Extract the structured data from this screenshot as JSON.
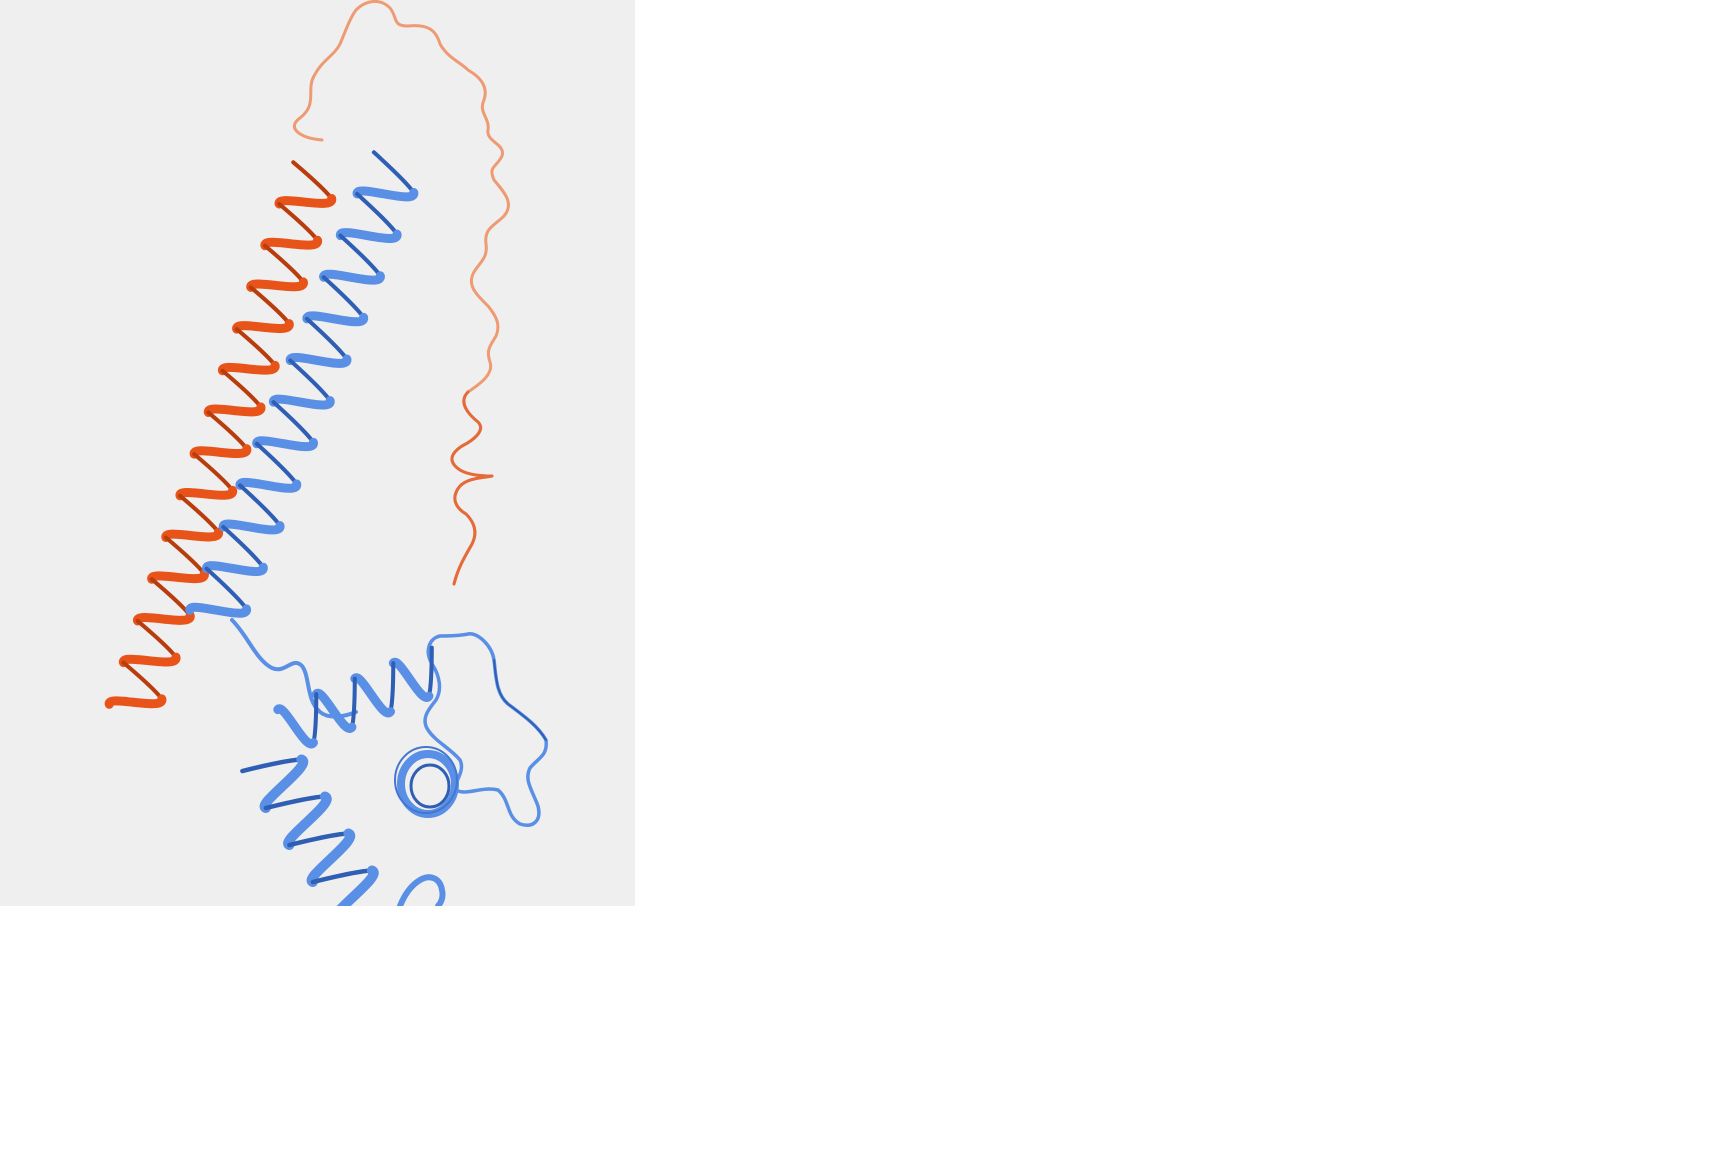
{
  "viewer": {
    "background": "#efefef",
    "page_background": "#ffffff"
  },
  "structure": {
    "chains": [
      {
        "color": "#e8531a",
        "light_color": "#f0a07a",
        "secondary": [
          "helix",
          "coil"
        ]
      },
      {
        "color": "#5a8fe6",
        "dark_color": "#2f5fb5",
        "secondary": [
          "helix",
          "coil",
          "helix",
          "turn"
        ]
      }
    ]
  }
}
